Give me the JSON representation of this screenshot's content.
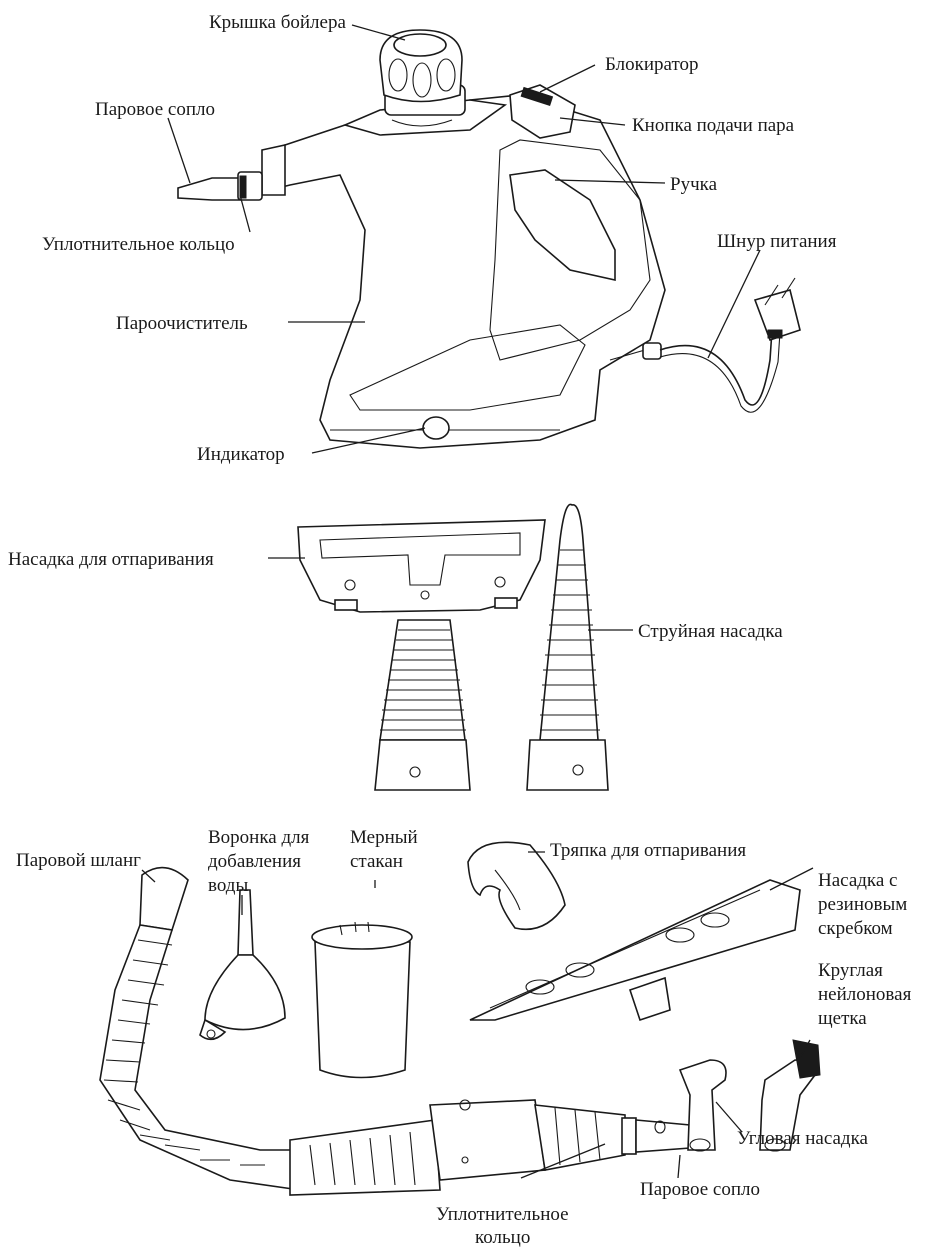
{
  "labels": {
    "boiler_cap": "Крышка бойлера",
    "lock": "Блокиратор",
    "steam_nozzle_top": "Паровое сопло",
    "steam_button": "Кнопка подачи пара",
    "handle": "Ручка",
    "sealing_ring_top": "Уплотнительное кольцо",
    "power_cord": "Шнур питания",
    "steam_cleaner": "Пароочиститель",
    "indicator": "Индикатор",
    "steaming_attachment": "Насадка для отпаривания",
    "jet_attachment": "Струйная насадка",
    "steam_hose": "Паровой шланг",
    "funnel_1": "Воронка для",
    "funnel_2": "добавления",
    "funnel_3": "воды",
    "cup_1": "Мерный",
    "cup_2": "стакан",
    "cloth": "Тряпка для отпаривания",
    "scraper_1": "Насадка с",
    "scraper_2": "резиновым",
    "scraper_3": "скребком",
    "brush_1": "Круглая",
    "brush_2": "нейлоновая",
    "brush_3": "щетка",
    "angle_attachment": "Угловая насадка",
    "steam_nozzle_bottom": "Паровое сопло",
    "sealing_ring_bottom_1": "Уплотнительное",
    "sealing_ring_bottom_2": "кольцо"
  }
}
